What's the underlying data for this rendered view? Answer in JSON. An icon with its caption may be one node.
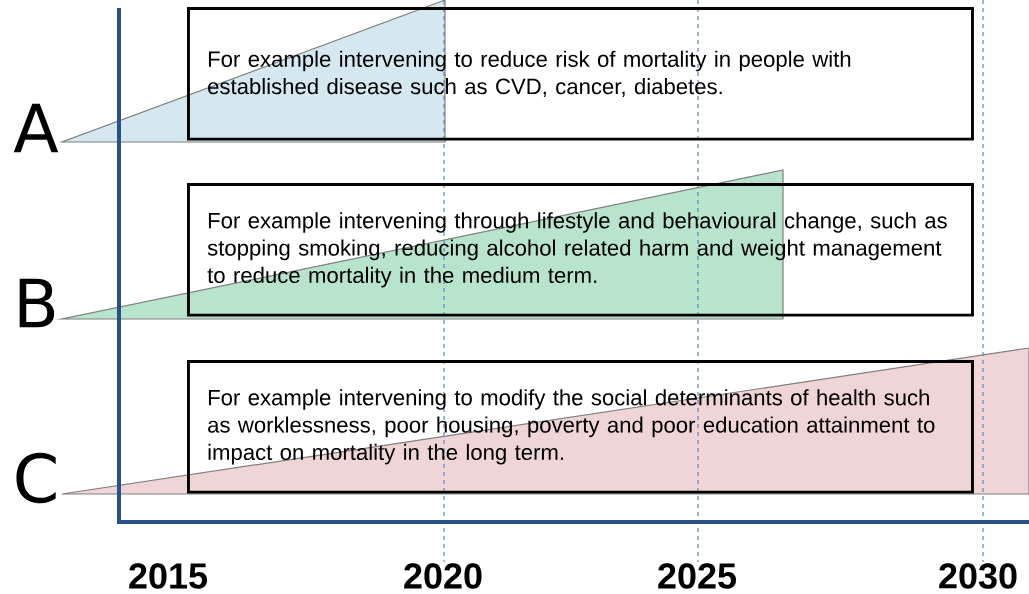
{
  "diagram": {
    "nodes": [
      {
        "text": [
          "For example intervening to reduce risk of mortality in people with established disease such as CVD, cancer, diabetes."
        ]
      },
      {
        "text": [
          "For example intervening through lifestyle and behavioural change, such as stopping smoking, reducing alcohol related harm and weight management to reduce mortality in the medium term."
        ]
      },
      {
        "text": [
          "For example intervening to modify the social determinants of health such as worklessness, poor housing, poverty and poor education attainment to impact on mortality in the long term."
        ]
      }
    ],
    "edges": [],
    "labels": [
      "A",
      "B",
      "C",
      "2015",
      "2020",
      "2025",
      "2030"
    ]
  }
}
